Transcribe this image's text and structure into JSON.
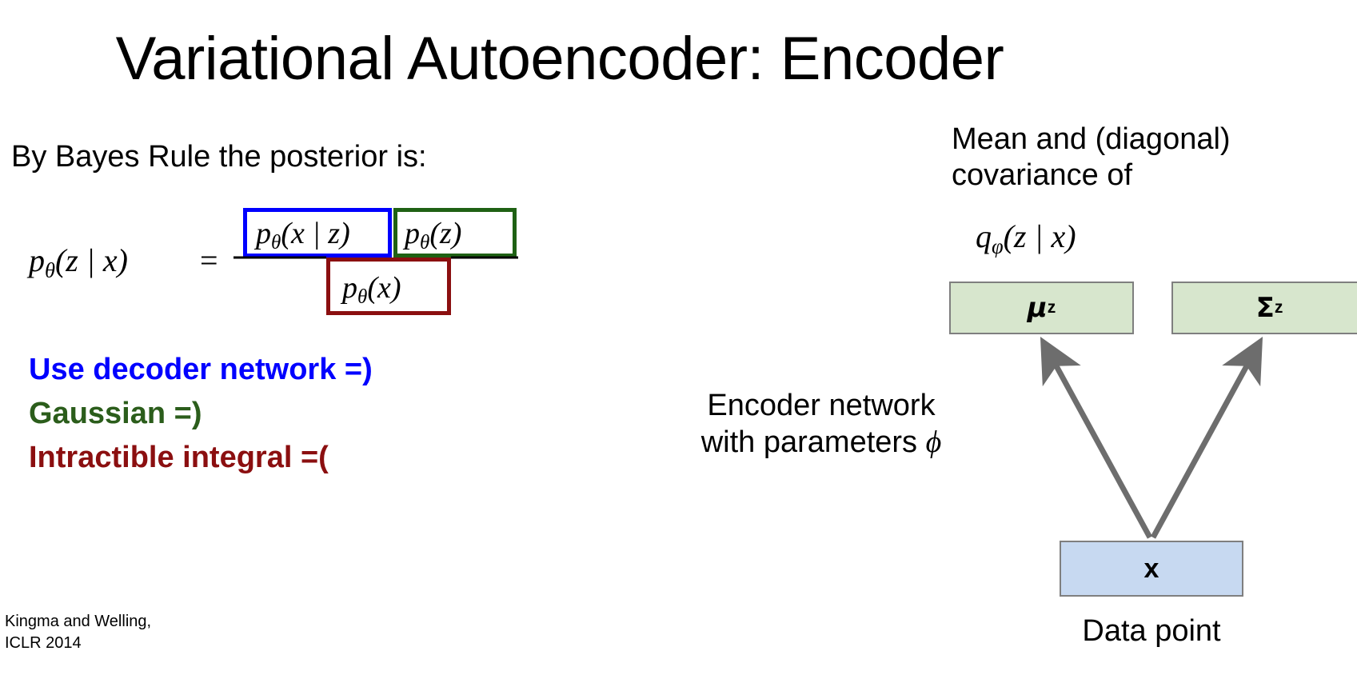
{
  "slide": {
    "title": "Variational Autoencoder: Encoder",
    "citation_line1": "Kingma and Welling,",
    "citation_line2": "ICLR 2014"
  },
  "left": {
    "intro": "By Bayes Rule the posterior is:",
    "equation": {
      "lhs_p": "p",
      "lhs_sub": "θ",
      "lhs_args": "(z | x)",
      "equals": "=",
      "numerator_left_p": "p",
      "numerator_left_sub": "θ",
      "numerator_left_args": "(x | z)",
      "numerator_right_p": "p",
      "numerator_right_sub": "θ",
      "numerator_right_args": "(z)",
      "denominator_p": "p",
      "denominator_sub": "θ",
      "denominator_args": "(x)",
      "box_colors": {
        "likelihood": "#0000ff",
        "prior": "#1f6114",
        "evidence": "#8b0f10"
      }
    },
    "notes": [
      {
        "text": "Use decoder network =)",
        "color": "#0000ff"
      },
      {
        "text": "Gaussian =)",
        "color": "#2b5d1b"
      },
      {
        "text": "Intractible integral =(",
        "color": "#8b0f10"
      }
    ]
  },
  "right": {
    "mean_cov_line1": "Mean and (diagonal)",
    "mean_cov_line2": "covariance of",
    "posterior_q": "q",
    "posterior_sub": "φ",
    "posterior_args": "(z | x)",
    "mu_box": {
      "symbol": "μ",
      "superscript": "z",
      "fill": "#d7e6cd",
      "stroke": "#7f7f7f"
    },
    "sigma_box": {
      "symbol": "Σ",
      "superscript": "z",
      "fill": "#d7e6cd",
      "stroke": "#7f7f7f"
    },
    "encoder_line1": "Encoder network",
    "encoder_line2_prefix": "with parameters ",
    "encoder_line2_symbol": "ϕ",
    "x_box": {
      "label": "x",
      "fill": "#c7d9f1",
      "stroke": "#7f7f7f"
    },
    "data_point_label": "Data point",
    "arrow_color": "#6d6d6d"
  }
}
